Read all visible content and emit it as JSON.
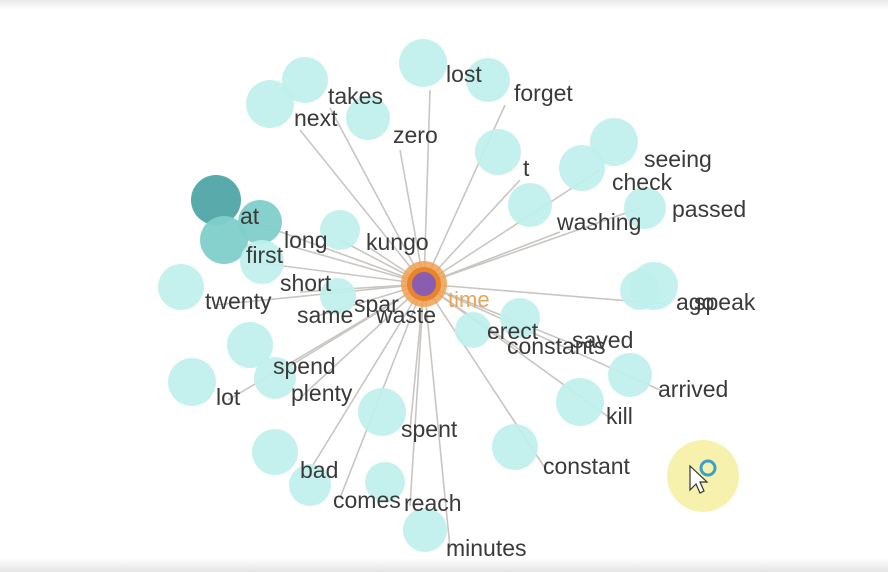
{
  "graph": {
    "center": {
      "label": "time",
      "color": "#e8842a",
      "fill": "#8a5db0"
    },
    "words": [
      "takes",
      "lost",
      "forget",
      "next",
      "zero",
      "t",
      "seeing",
      "check",
      "passed",
      "at",
      "washing",
      "long",
      "kungo",
      "first",
      "short",
      "twenty",
      "same",
      "waste",
      "spar",
      "ago",
      "speak",
      "erect",
      "constants",
      "saved",
      "spend",
      "plenty",
      "arrived",
      "lot",
      "kill",
      "spent",
      "constant",
      "bad",
      "comes",
      "reach",
      "minutes"
    ],
    "cursor": {
      "highlight": "#f5f0a0",
      "ring": "#3aa0c8"
    }
  }
}
